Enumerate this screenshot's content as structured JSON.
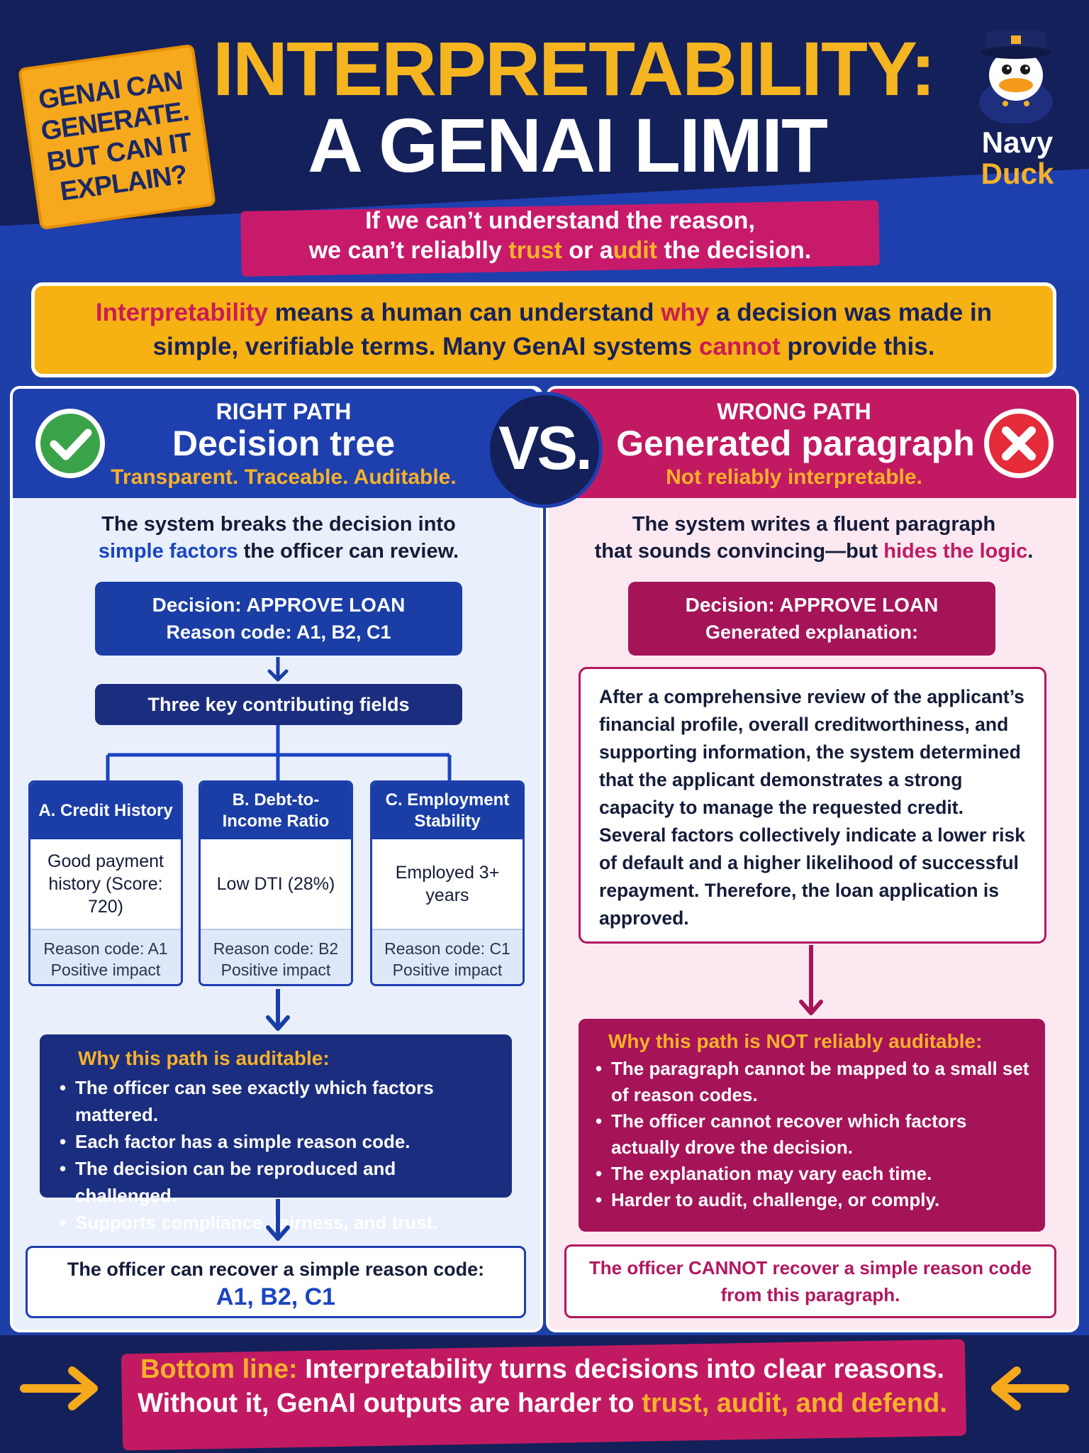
{
  "header": {
    "sticky_note": "GENAI CAN GENERATE. BUT CAN IT EXPLAIN?",
    "title_line1": "INTERPRETABILITY:",
    "title_line2": "A GENAI LIMIT",
    "subtitle_line1": "If we can’t understand the reason,",
    "subtitle_part1": "we can’t reliablly ",
    "subtitle_trust": "trust",
    "subtitle_or": " or a",
    "subtitle_audit": "udit",
    "subtitle_end": " the decision.",
    "brand_line1": "Navy",
    "brand_line2": "Duck"
  },
  "definition": {
    "term": "Interpretability",
    "part1": " means a human can understand ",
    "why": "why",
    "part2": " a decision was made in simple, verifiable terms. Many GenAI systems ",
    "cannot": "cannot",
    "part3": " provide this."
  },
  "vs_label": "VS.",
  "left": {
    "label": "RIGHT PATH",
    "title": "Decision tree",
    "subtitle": "Transparent. Traceable. Auditable.",
    "intro_line1": "The system breaks the decision into",
    "intro_highlight": "simple factors",
    "intro_rest": " the officer can review.",
    "decision_line1": "Decision: APPROVE LOAN",
    "decision_line2": "Reason code: A1, B2, C1",
    "fields_label": "Three key contributing fields",
    "factors": [
      {
        "title": "A. Credit History",
        "body": "Good payment history (Score: 720)",
        "code": "Reason code: A1",
        "impact": "Positive impact"
      },
      {
        "title": "B. Debt-to-Income Ratio",
        "body": "Low DTI (28%)",
        "code": "Reason code: B2",
        "impact": "Positive impact"
      },
      {
        "title": "C. Employment Stability",
        "body": "Employed 3+ years",
        "code": "Reason code: C1",
        "impact": "Positive impact"
      }
    ],
    "why_title": "Why this path is auditable:",
    "why_items": [
      "The officer can see exactly which factors mattered.",
      "Each factor has a simple reason code.",
      "The decision can be reproduced and challenged.",
      "Supports compliance, fairness, and trust."
    ],
    "result_line1": "The officer can recover a simple reason code:",
    "result_codes": "A1, B2, C1"
  },
  "right": {
    "label": "WRONG PATH",
    "title": "Generated paragraph",
    "subtitle": "Not reliably interpretable.",
    "intro_line1": "The system writes a fluent paragraph",
    "intro_part2": "that sounds convincing—but ",
    "intro_highlight": "hides the logic",
    "intro_end": ".",
    "decision_line1": "Decision: APPROVE LOAN",
    "decision_line2": "Generated explanation:",
    "paragraph": "After a comprehensive review of the applicant’s financial profile, overall creditworthiness, and supporting information, the system determined that the applicant demonstrates a strong capacity to manage the requested credit. Several factors collectively indicate a lower risk of default and a higher likelihood of successful repayment. Therefore, the loan application is approved.",
    "why_title": "Why this path is NOT reliably auditable:",
    "why_items": [
      "The paragraph cannot be mapped to a small set of reason codes.",
      "The officer cannot recover which factors actually drove the decision.",
      "The explanation may vary each time.",
      "Harder to audit, challenge, or comply."
    ],
    "result": "The officer CANNOT recover a simple reason code from this paragraph."
  },
  "footer": {
    "label": "Bottom line:",
    "line1_rest": " Interpretability turns decisions into clear reasons.",
    "line2_start": "Without it, GenAI outputs are harder to ",
    "line2_highlight": "trust, audit, and defend."
  },
  "colors": {
    "navy": "#14205a",
    "blue": "#1e3fae",
    "gold": "#f6b12a",
    "magenta": "#c21a62"
  }
}
